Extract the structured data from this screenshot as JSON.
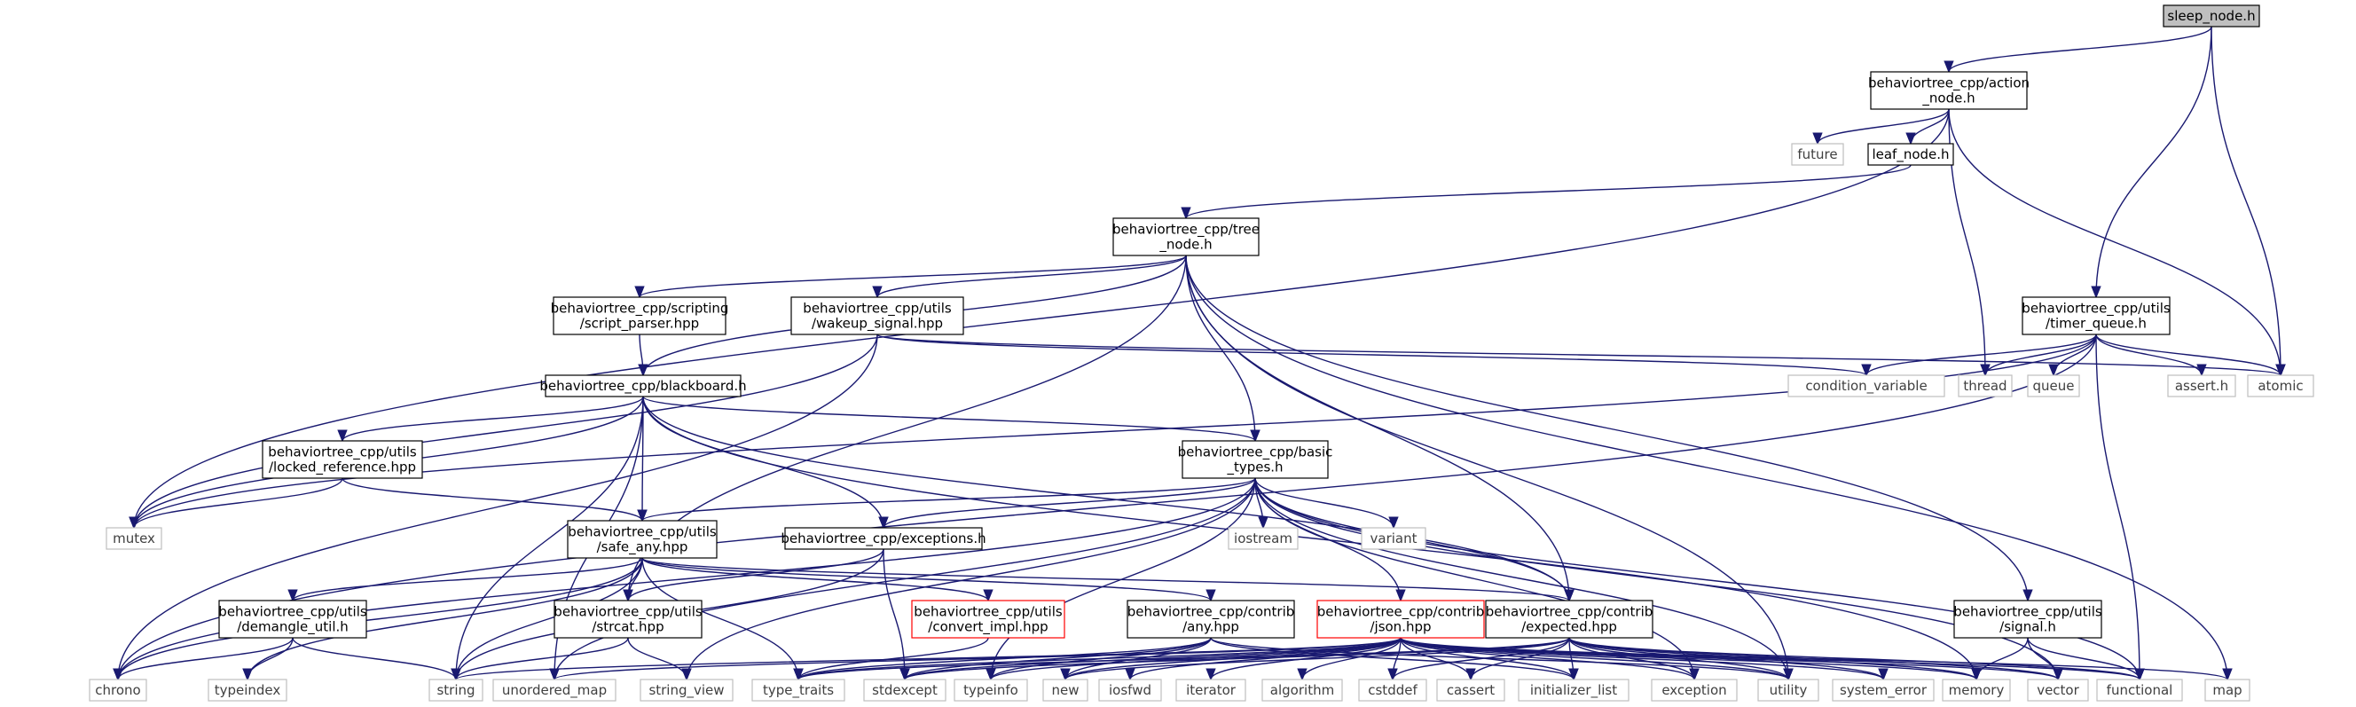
{
  "graph": {
    "colors": {
      "edge": "#191970",
      "node_border": "#000000",
      "node_border_external": "#bfbfbf",
      "node_border_incomplete": "#ff0000",
      "root_fill": "#bfbfbf",
      "text": "#000000",
      "text_external": "#404040"
    },
    "nodes": [
      {
        "id": "sleep_node",
        "lines": [
          "sleep_node.h"
        ],
        "kind": "root"
      },
      {
        "id": "action_node",
        "lines": [
          "behaviortree_cpp/action",
          "_node.h"
        ],
        "kind": "normal"
      },
      {
        "id": "future",
        "lines": [
          "future"
        ],
        "kind": "external"
      },
      {
        "id": "leaf_node",
        "lines": [
          "leaf_node.h"
        ],
        "kind": "normal"
      },
      {
        "id": "tree_node",
        "lines": [
          "behaviortree_cpp/tree",
          "_node.h"
        ],
        "kind": "normal"
      },
      {
        "id": "script_parser",
        "lines": [
          "behaviortree_cpp/scripting",
          "/script_parser.hpp"
        ],
        "kind": "normal"
      },
      {
        "id": "wakeup_signal",
        "lines": [
          "behaviortree_cpp/utils",
          "/wakeup_signal.hpp"
        ],
        "kind": "normal"
      },
      {
        "id": "timer_queue",
        "lines": [
          "behaviortree_cpp/utils",
          "/timer_queue.h"
        ],
        "kind": "normal"
      },
      {
        "id": "blackboard",
        "lines": [
          "behaviortree_cpp/blackboard.h"
        ],
        "kind": "normal"
      },
      {
        "id": "condition_variable",
        "lines": [
          "condition_variable"
        ],
        "kind": "external"
      },
      {
        "id": "thread",
        "lines": [
          "thread"
        ],
        "kind": "external"
      },
      {
        "id": "queue",
        "lines": [
          "queue"
        ],
        "kind": "external"
      },
      {
        "id": "assert_h",
        "lines": [
          "assert.h"
        ],
        "kind": "external"
      },
      {
        "id": "atomic",
        "lines": [
          "atomic"
        ],
        "kind": "external"
      },
      {
        "id": "locked_reference",
        "lines": [
          "behaviortree_cpp/utils",
          "/locked_reference.hpp"
        ],
        "kind": "normal"
      },
      {
        "id": "basic_types",
        "lines": [
          "behaviortree_cpp/basic",
          "_types.h"
        ],
        "kind": "normal"
      },
      {
        "id": "mutex",
        "lines": [
          "mutex"
        ],
        "kind": "external"
      },
      {
        "id": "safe_any",
        "lines": [
          "behaviortree_cpp/utils",
          "/safe_any.hpp"
        ],
        "kind": "normal"
      },
      {
        "id": "exceptions",
        "lines": [
          "behaviortree_cpp/exceptions.h"
        ],
        "kind": "normal"
      },
      {
        "id": "iostream",
        "lines": [
          "iostream"
        ],
        "kind": "external"
      },
      {
        "id": "variant",
        "lines": [
          "variant"
        ],
        "kind": "external"
      },
      {
        "id": "demangle_util",
        "lines": [
          "behaviortree_cpp/utils",
          "/demangle_util.h"
        ],
        "kind": "normal"
      },
      {
        "id": "strcat",
        "lines": [
          "behaviortree_cpp/utils",
          "/strcat.hpp"
        ],
        "kind": "normal"
      },
      {
        "id": "convert_impl",
        "lines": [
          "behaviortree_cpp/utils",
          "/convert_impl.hpp"
        ],
        "kind": "incomplete"
      },
      {
        "id": "any_hpp",
        "lines": [
          "behaviortree_cpp/contrib",
          "/any.hpp"
        ],
        "kind": "normal"
      },
      {
        "id": "json_hpp",
        "lines": [
          "behaviortree_cpp/contrib",
          "/json.hpp"
        ],
        "kind": "incomplete"
      },
      {
        "id": "expected_hpp",
        "lines": [
          "behaviortree_cpp/contrib",
          "/expected.hpp"
        ],
        "kind": "normal"
      },
      {
        "id": "signal_h",
        "lines": [
          "behaviortree_cpp/utils",
          "/signal.h"
        ],
        "kind": "normal"
      },
      {
        "id": "chrono",
        "lines": [
          "chrono"
        ],
        "kind": "external"
      },
      {
        "id": "typeindex",
        "lines": [
          "typeindex"
        ],
        "kind": "external"
      },
      {
        "id": "string",
        "lines": [
          "string"
        ],
        "kind": "external"
      },
      {
        "id": "unordered_map",
        "lines": [
          "unordered_map"
        ],
        "kind": "external"
      },
      {
        "id": "string_view",
        "lines": [
          "string_view"
        ],
        "kind": "external"
      },
      {
        "id": "type_traits",
        "lines": [
          "type_traits"
        ],
        "kind": "external"
      },
      {
        "id": "stdexcept",
        "lines": [
          "stdexcept"
        ],
        "kind": "external"
      },
      {
        "id": "typeinfo",
        "lines": [
          "typeinfo"
        ],
        "kind": "external"
      },
      {
        "id": "new",
        "lines": [
          "new"
        ],
        "kind": "external"
      },
      {
        "id": "iosfwd",
        "lines": [
          "iosfwd"
        ],
        "kind": "external"
      },
      {
        "id": "iterator",
        "lines": [
          "iterator"
        ],
        "kind": "external"
      },
      {
        "id": "algorithm",
        "lines": [
          "algorithm"
        ],
        "kind": "external"
      },
      {
        "id": "cstddef",
        "lines": [
          "cstddef"
        ],
        "kind": "external"
      },
      {
        "id": "cassert",
        "lines": [
          "cassert"
        ],
        "kind": "external"
      },
      {
        "id": "initializer_list",
        "lines": [
          "initializer_list"
        ],
        "kind": "external"
      },
      {
        "id": "exception",
        "lines": [
          "exception"
        ],
        "kind": "external"
      },
      {
        "id": "utility",
        "lines": [
          "utility"
        ],
        "kind": "external"
      },
      {
        "id": "system_error",
        "lines": [
          "system_error"
        ],
        "kind": "external"
      },
      {
        "id": "memory",
        "lines": [
          "memory"
        ],
        "kind": "external"
      },
      {
        "id": "vector",
        "lines": [
          "vector"
        ],
        "kind": "external"
      },
      {
        "id": "functional",
        "lines": [
          "functional"
        ],
        "kind": "external"
      },
      {
        "id": "map",
        "lines": [
          "map"
        ],
        "kind": "external"
      }
    ],
    "edges": [
      [
        "sleep_node",
        "action_node"
      ],
      [
        "sleep_node",
        "timer_queue"
      ],
      [
        "sleep_node",
        "atomic"
      ],
      [
        "action_node",
        "mutex"
      ],
      [
        "action_node",
        "future"
      ],
      [
        "action_node",
        "leaf_node"
      ],
      [
        "action_node",
        "thread"
      ],
      [
        "action_node",
        "atomic"
      ],
      [
        "leaf_node",
        "tree_node"
      ],
      [
        "tree_node",
        "script_parser"
      ],
      [
        "tree_node",
        "wakeup_signal"
      ],
      [
        "tree_node",
        "blackboard"
      ],
      [
        "tree_node",
        "basic_types"
      ],
      [
        "tree_node",
        "strcat"
      ],
      [
        "tree_node",
        "expected_hpp"
      ],
      [
        "tree_node",
        "utility"
      ],
      [
        "tree_node",
        "signal_h"
      ],
      [
        "tree_node",
        "map"
      ],
      [
        "script_parser",
        "blackboard"
      ],
      [
        "wakeup_signal",
        "chrono"
      ],
      [
        "wakeup_signal",
        "mutex"
      ],
      [
        "wakeup_signal",
        "condition_variable"
      ],
      [
        "wakeup_signal",
        "atomic"
      ],
      [
        "timer_queue",
        "mutex"
      ],
      [
        "timer_queue",
        "condition_variable"
      ],
      [
        "timer_queue",
        "thread"
      ],
      [
        "timer_queue",
        "queue"
      ],
      [
        "timer_queue",
        "assert_h"
      ],
      [
        "timer_queue",
        "atomic"
      ],
      [
        "timer_queue",
        "functional"
      ],
      [
        "timer_queue",
        "chrono"
      ],
      [
        "blackboard",
        "locked_reference"
      ],
      [
        "blackboard",
        "mutex"
      ],
      [
        "blackboard",
        "safe_any"
      ],
      [
        "blackboard",
        "exceptions"
      ],
      [
        "blackboard",
        "basic_types"
      ],
      [
        "blackboard",
        "string"
      ],
      [
        "blackboard",
        "unordered_map"
      ],
      [
        "blackboard",
        "memory"
      ],
      [
        "blackboard",
        "expected_hpp"
      ],
      [
        "locked_reference",
        "mutex"
      ],
      [
        "locked_reference",
        "safe_any"
      ],
      [
        "basic_types",
        "safe_any"
      ],
      [
        "basic_types",
        "exceptions"
      ],
      [
        "basic_types",
        "iostream"
      ],
      [
        "basic_types",
        "variant"
      ],
      [
        "basic_types",
        "chrono"
      ],
      [
        "basic_types",
        "string_view"
      ],
      [
        "basic_types",
        "unordered_map"
      ],
      [
        "basic_types",
        "typeinfo"
      ],
      [
        "basic_types",
        "functional"
      ],
      [
        "basic_types",
        "utility"
      ],
      [
        "basic_types",
        "vector"
      ],
      [
        "basic_types",
        "exception"
      ],
      [
        "basic_types",
        "expected_hpp"
      ],
      [
        "basic_types",
        "json_hpp"
      ],
      [
        "safe_any",
        "demangle_util"
      ],
      [
        "safe_any",
        "strcat"
      ],
      [
        "safe_any",
        "convert_impl"
      ],
      [
        "safe_any",
        "any_hpp"
      ],
      [
        "safe_any",
        "expected_hpp"
      ],
      [
        "safe_any",
        "chrono"
      ],
      [
        "safe_any",
        "string"
      ],
      [
        "safe_any",
        "type_traits"
      ],
      [
        "safe_any",
        "typeindex"
      ],
      [
        "exceptions",
        "strcat"
      ],
      [
        "exceptions",
        "string"
      ],
      [
        "exceptions",
        "stdexcept"
      ],
      [
        "demangle_util",
        "chrono"
      ],
      [
        "demangle_util",
        "typeindex"
      ],
      [
        "demangle_util",
        "string"
      ],
      [
        "strcat",
        "string"
      ],
      [
        "strcat",
        "string_view"
      ],
      [
        "convert_impl",
        "type_traits"
      ],
      [
        "any_hpp",
        "type_traits"
      ],
      [
        "any_hpp",
        "stdexcept"
      ],
      [
        "any_hpp",
        "typeinfo"
      ],
      [
        "any_hpp",
        "new"
      ],
      [
        "any_hpp",
        "utility"
      ],
      [
        "any_hpp",
        "initializer_list"
      ],
      [
        "json_hpp",
        "string"
      ],
      [
        "json_hpp",
        "unordered_map"
      ],
      [
        "json_hpp",
        "type_traits"
      ],
      [
        "json_hpp",
        "stdexcept"
      ],
      [
        "json_hpp",
        "typeinfo"
      ],
      [
        "json_hpp",
        "new"
      ],
      [
        "json_hpp",
        "iosfwd"
      ],
      [
        "json_hpp",
        "iterator"
      ],
      [
        "json_hpp",
        "algorithm"
      ],
      [
        "json_hpp",
        "cstddef"
      ],
      [
        "json_hpp",
        "cassert"
      ],
      [
        "json_hpp",
        "initializer_list"
      ],
      [
        "json_hpp",
        "exception"
      ],
      [
        "json_hpp",
        "utility"
      ],
      [
        "json_hpp",
        "system_error"
      ],
      [
        "json_hpp",
        "memory"
      ],
      [
        "json_hpp",
        "vector"
      ],
      [
        "json_hpp",
        "functional"
      ],
      [
        "json_hpp",
        "map"
      ],
      [
        "expected_hpp",
        "cstddef"
      ],
      [
        "expected_hpp",
        "cassert"
      ],
      [
        "expected_hpp",
        "initializer_list"
      ],
      [
        "expected_hpp",
        "exception"
      ],
      [
        "expected_hpp",
        "utility"
      ],
      [
        "expected_hpp",
        "system_error"
      ],
      [
        "expected_hpp",
        "memory"
      ],
      [
        "expected_hpp",
        "vector"
      ],
      [
        "expected_hpp",
        "functional"
      ],
      [
        "expected_hpp",
        "new"
      ],
      [
        "expected_hpp",
        "type_traits"
      ],
      [
        "expected_hpp",
        "stdexcept"
      ],
      [
        "signal_h",
        "memory"
      ],
      [
        "signal_h",
        "vector"
      ],
      [
        "signal_h",
        "functional"
      ]
    ]
  }
}
